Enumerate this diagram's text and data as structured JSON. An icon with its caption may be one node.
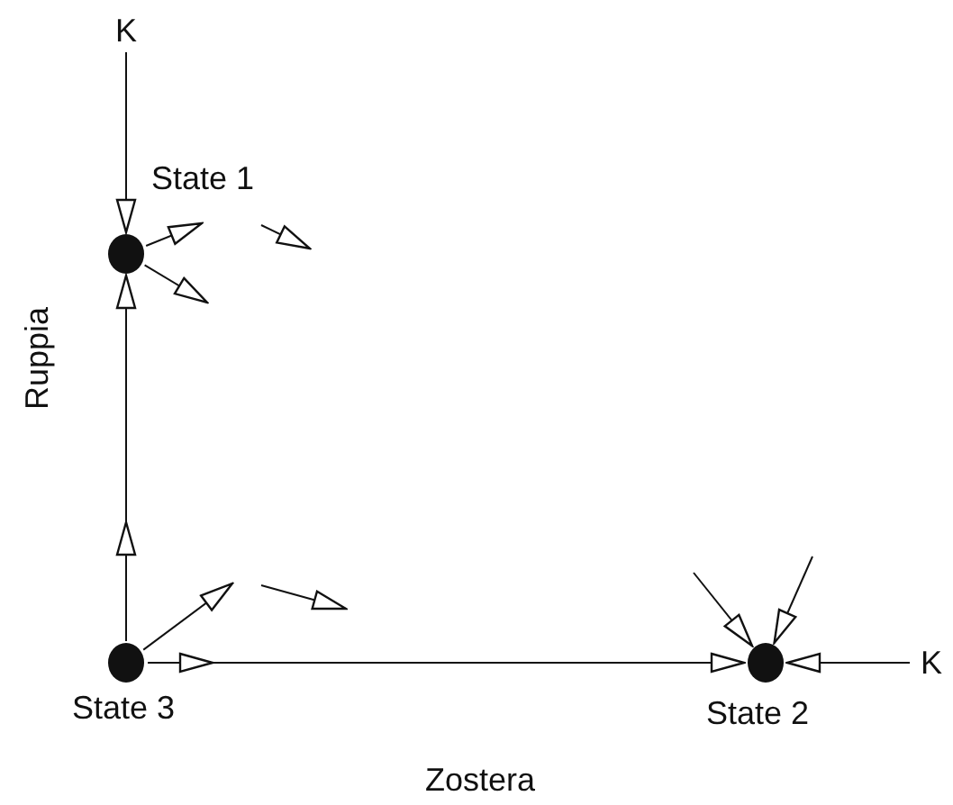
{
  "diagram": {
    "nodes": [
      {
        "text": [
          "K"
        ]
      },
      {
        "text": [],
        "shape": "circle",
        "beside": [
          "State 1"
        ]
      },
      {
        "text": [],
        "shape": "circle",
        "beside": [
          "State 3"
        ]
      },
      {
        "text": [],
        "shape": "circle",
        "beside": [
          "State 2"
        ]
      },
      {
        "text": [
          "K"
        ]
      }
    ],
    "edges": [
      {
        "from": 0,
        "to": 1,
        "arrow": "to"
      },
      {
        "from": 2,
        "to": 1,
        "arrow": "to"
      },
      {
        "from": 2,
        "to": 3,
        "arrow": "to"
      },
      {
        "from": 4,
        "to": 3,
        "arrow": "to"
      },
      {
        "from": 1,
        "to": null,
        "arrow": "to"
      },
      {
        "from": 1,
        "to": null,
        "arrow": "to"
      },
      {
        "from": 2,
        "to": null,
        "arrow": "to"
      },
      {
        "from": null,
        "to": 3,
        "arrow": "to"
      },
      {
        "from": null,
        "to": 3,
        "arrow": "to"
      }
    ],
    "labels": [
      "Ruppia",
      "Zostera"
    ]
  }
}
